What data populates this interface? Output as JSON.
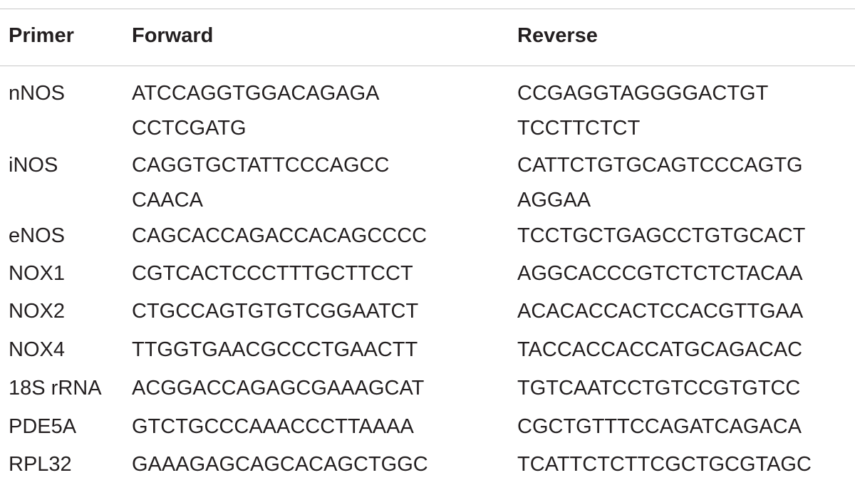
{
  "table": {
    "headers": {
      "primer": "Primer",
      "forward": "Forward",
      "reverse": "Reverse"
    },
    "rows": [
      {
        "primer": "nNOS",
        "forward": [
          "ATCCAGGTGGACAGAGA",
          "CCTCGATG"
        ],
        "reverse": [
          "CCGAGGTAGGGGACTGT",
          "TCCTTCTCT"
        ]
      },
      {
        "primer": "iNOS",
        "forward": [
          "CAGGTGCTATTCCCAGCC",
          "CAACA"
        ],
        "reverse": [
          "CATTCTGTGCAGTCCCAGTG",
          "AGGAA"
        ]
      },
      {
        "primer": "eNOS",
        "forward": [
          "CAGCACCAGACCACAGCCCC"
        ],
        "reverse": [
          "TCCTGCTGAGCCTGTGCACT"
        ]
      },
      {
        "primer": "NOX1",
        "forward": [
          "CGTCACTCCCTTTGCTTCCT"
        ],
        "reverse": [
          "AGGCACCCGTCTCTCTACAA"
        ]
      },
      {
        "primer": "NOX2",
        "forward": [
          "CTGCCAGTGTGTCGGAATCT"
        ],
        "reverse": [
          "ACACACCACTCCACGTTGAA"
        ]
      },
      {
        "primer": "NOX4",
        "forward": [
          "TTGGTGAACGCCCTGAACTT"
        ],
        "reverse": [
          "TACCACCACCATGCAGACAC"
        ]
      },
      {
        "primer": "18S rRNA",
        "forward": [
          "ACGGACCAGAGCGAAAGCAT"
        ],
        "reverse": [
          "TGTCAATCCTGTCCGTGTCC"
        ]
      },
      {
        "primer": "PDE5A",
        "forward": [
          "GTCTGCCCAAACCCTTAAAA"
        ],
        "reverse": [
          "CGCTGTTTCCAGATCAGACA"
        ]
      },
      {
        "primer": "RPL32",
        "forward": [
          "GAAAGAGCAGCACAGCTGGC"
        ],
        "reverse": [
          "TCATTCTCTTCGCTGCGTAGC"
        ]
      }
    ]
  }
}
